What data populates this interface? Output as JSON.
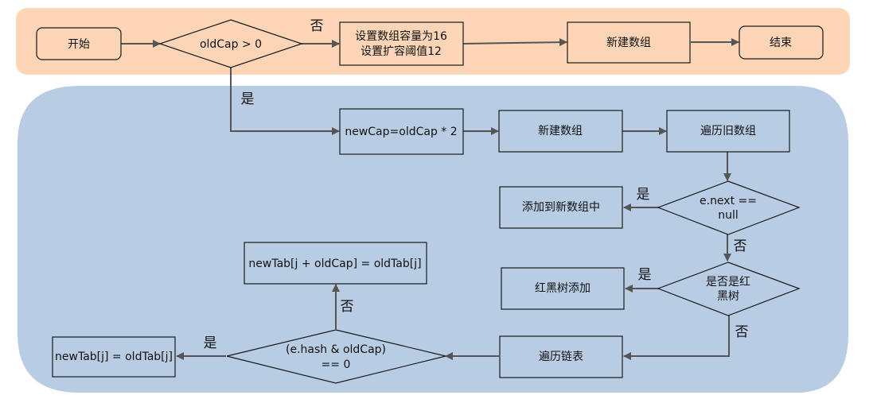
{
  "colors": {
    "lane_init": "#fbd5b5",
    "lane_resize": "#b8cce4",
    "stroke": "#1a1a1a",
    "edge": "#555555"
  },
  "nodes": {
    "start": "开始",
    "cond_oldcap": "oldCap > 0",
    "set_default_line1": "设置数组容量为16",
    "set_default_line2": "设置扩容阈值12",
    "new_array_top": "新建数组",
    "end": "结束",
    "double_cap": "newCap=oldCap * 2",
    "new_array_bottom": "新建数组",
    "iterate_old": "遍历旧数组",
    "cond_next_null_line1": "e.next ==",
    "cond_next_null_line2": "null",
    "add_to_new": "添加到新数组中",
    "cond_tree_line1": "是否是红",
    "cond_tree_line2": "黑树",
    "tree_add": "红黑树添加",
    "iterate_list": "遍历链表",
    "cond_hash_line1": "(e.hash & oldCap)",
    "cond_hash_line2": "== 0",
    "assign_high": "newTab[j + oldCap] = oldTab[j]",
    "assign_low": "newTab[j] = oldTab[j]"
  },
  "edge_labels": {
    "oldcap_no": "否",
    "oldcap_yes": "是",
    "next_null_yes": "是",
    "next_null_no": "否",
    "tree_yes": "是",
    "tree_no": "否",
    "hash_no": "否",
    "hash_yes": "是"
  }
}
